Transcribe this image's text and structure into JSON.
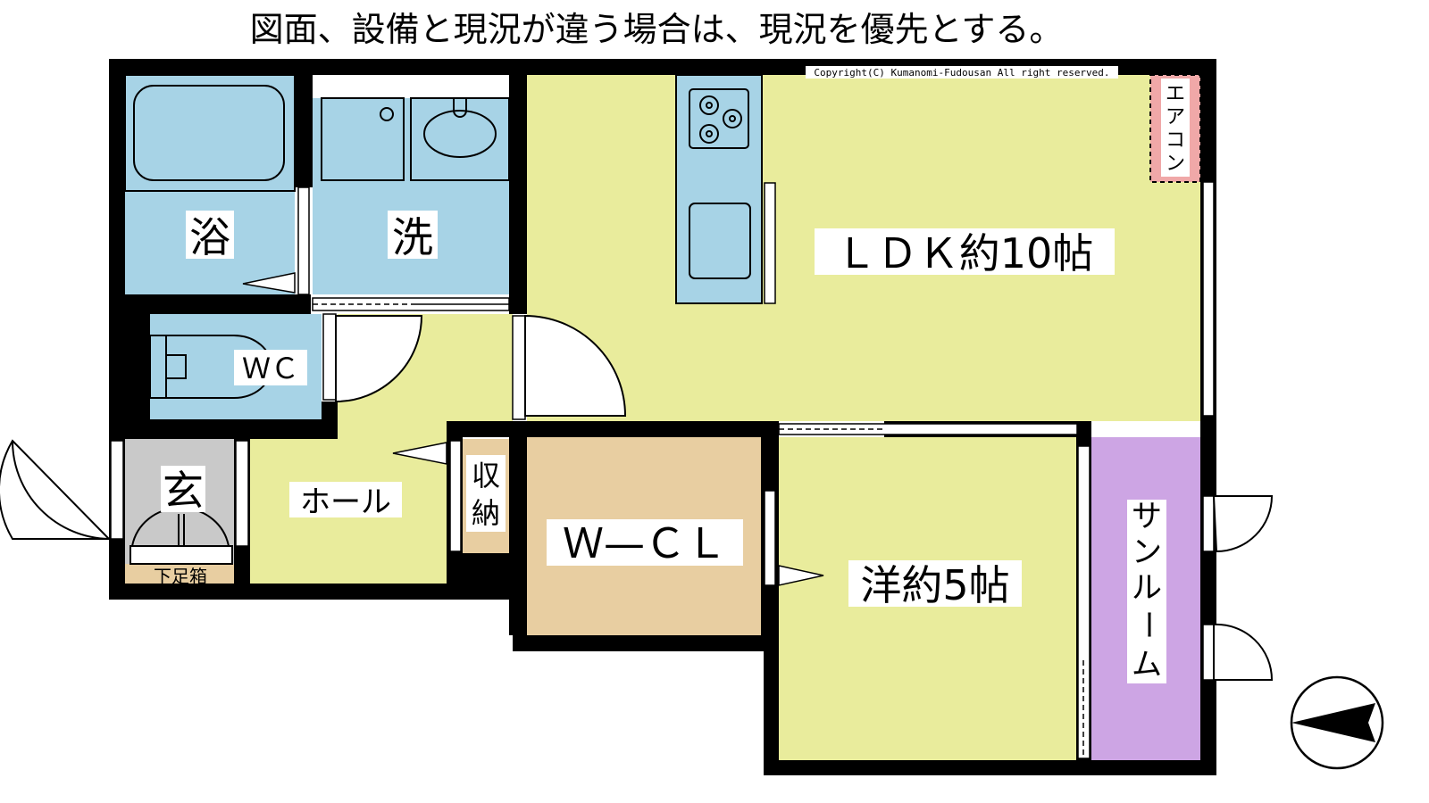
{
  "notice": "図面、設備と現況が違う場合は、現況を優先とする。",
  "copyright": "Copyright(C) Kumanomi-Fudousan All right reserved.",
  "colors": {
    "wall": "#000000",
    "water_room": "#a7d3e6",
    "living": "#e9ec9c",
    "closet": "#e8cea1",
    "sunroom": "#cda5e4",
    "entrance": "#c9c9c9",
    "aircon": "#f0a8a8"
  },
  "rooms": {
    "bath": "浴",
    "washroom": "洗",
    "toilet": "ＷＣ",
    "entrance": "玄",
    "shoe_box": "下足箱",
    "hall": "ホール",
    "storage": [
      "収",
      "納"
    ],
    "walk_in_closet": "Ｗ—ＣＬ",
    "ldk": "ＬＤＫ約10帖",
    "western_room": "洋約5帖",
    "sunroom": [
      "サ",
      "ン",
      "ル",
      "ー",
      "ム"
    ],
    "aircon": [
      "エ",
      "ア",
      "コ",
      "ン"
    ]
  },
  "icons": {
    "compass": "north-arrow-icon",
    "stove": "gas-stove-icon",
    "sink": "kitchen-sink-icon",
    "bathtub": "bathtub-icon",
    "basin": "wash-basin-icon",
    "toilet": "toilet-icon"
  }
}
